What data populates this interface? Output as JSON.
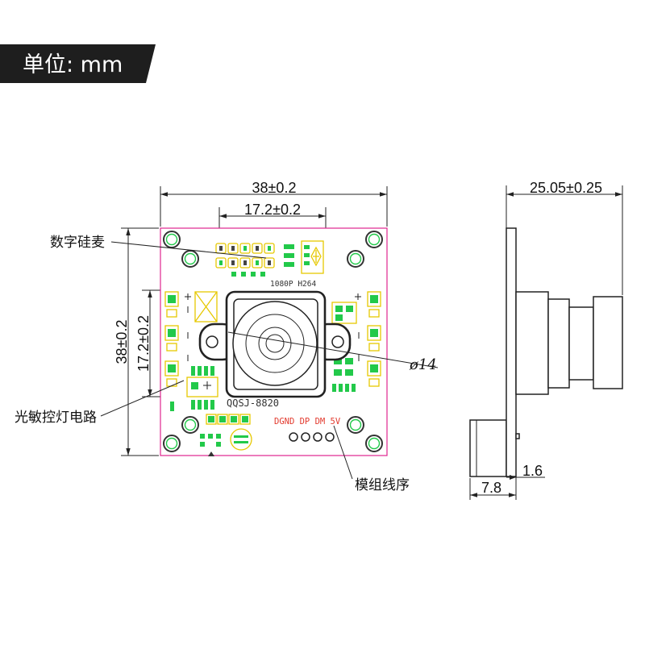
{
  "header": {
    "unit_label": "单位: mm"
  },
  "front_view": {
    "callouts": {
      "digital_mic": "数字硅麦",
      "light_sensor_circuit": "光敏控灯电路",
      "wire_order": "模组线序"
    },
    "dimensions": {
      "board_width": "38±0.2",
      "lens_holder_width": "17.2±0.2",
      "board_height": "38±0.2",
      "lens_holder_height": "17.2±0.2",
      "lens_diameter": "ø14"
    },
    "silkscreen": {
      "resolution_codec": "1080P H264",
      "model": "QQSJ-8820",
      "pinout": "DGND DP DM 5V"
    }
  },
  "side_view": {
    "dimensions": {
      "total_depth": "25.05±0.25",
      "board_thickness": "1.6",
      "connector_depth": "7.8"
    }
  },
  "colors": {
    "banner": "#1e1e1e",
    "pcb": "#e0268f",
    "pad": "#22c94a",
    "silk": "#e6c800",
    "pin": "#e23a2e",
    "line": "#222222"
  }
}
